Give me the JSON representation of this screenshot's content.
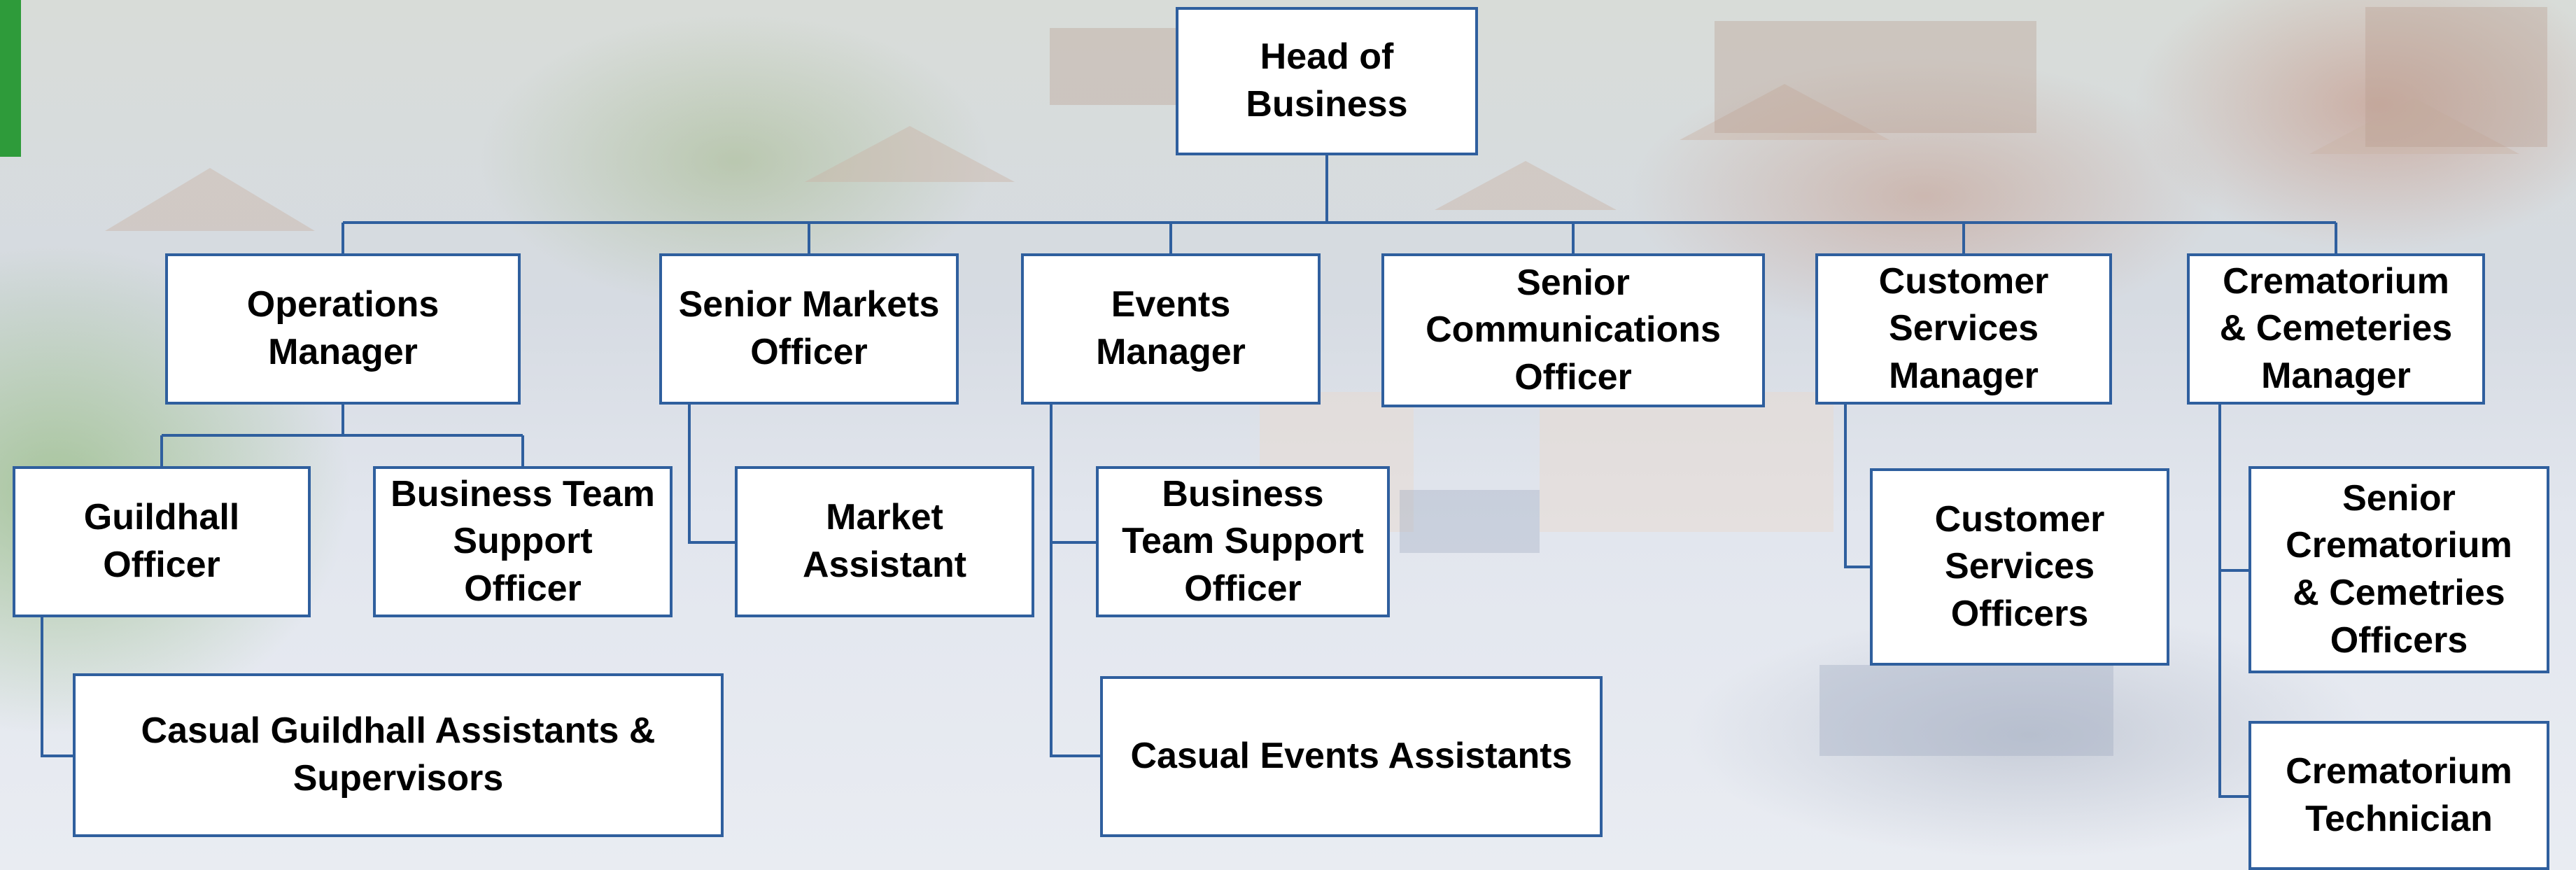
{
  "org_chart": {
    "root": {
      "label": "Head of\nBusiness"
    },
    "managers": [
      {
        "label": "Operations\nManager"
      },
      {
        "label": "Senior Markets\nOfficer"
      },
      {
        "label": "Events\nManager"
      },
      {
        "label": "Senior\nCommunications\nOfficer"
      },
      {
        "label": "Customer\nServices\nManager"
      },
      {
        "label": "Crematorium\n& Cemeteries\nManager"
      }
    ],
    "staff": {
      "guildhall_officer": "Guildhall\nOfficer",
      "business_team_support_officer_ops": "Business Team\nSupport\nOfficer",
      "casual_guildhall": "Casual Guildhall Assistants &\nSupervisors",
      "market_assistant": "Market\nAssistant",
      "business_team_support_officer_events": "Business\nTeam Support\nOfficer",
      "casual_events": "Casual Events Assistants",
      "customer_services_officers": "Customer\nServices\nOfficers",
      "senior_crematorium_officers": "Senior\nCrematorium\n& Cemetries\nOfficers",
      "crematorium_technician": "Crematorium\nTechnician"
    }
  },
  "colors": {
    "box_border": "#2f5f9e",
    "connector": "#2f5f9e",
    "brand_tab": "#2e9b3a"
  }
}
